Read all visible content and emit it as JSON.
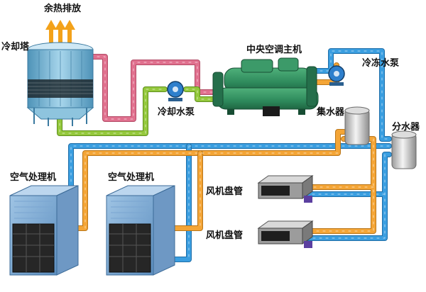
{
  "labels": {
    "waste_heat": "余热排放",
    "cooling_tower": "冷却塔",
    "chiller": "中央空调主机",
    "chilled_pump": "冷冻水泵",
    "cooling_pump": "冷却水泵",
    "collector": "集水器",
    "distributor": "分水器",
    "ahu_1": "空气处理机",
    "ahu_2": "空气处理机",
    "fcu_1": "风机盘管",
    "fcu_2": "风机盘管"
  },
  "colors": {
    "hot_water_pipe": "#e0708e",
    "cooling_return_pipe": "#94c83c",
    "chilled_supply_pipe": "#3a9ee0",
    "chilled_return_pipe": "#f4a536",
    "chiller_body": "#2e8a5c",
    "tower_body": "#6fb0cf",
    "heat_arrow": "#f3a21a"
  }
}
